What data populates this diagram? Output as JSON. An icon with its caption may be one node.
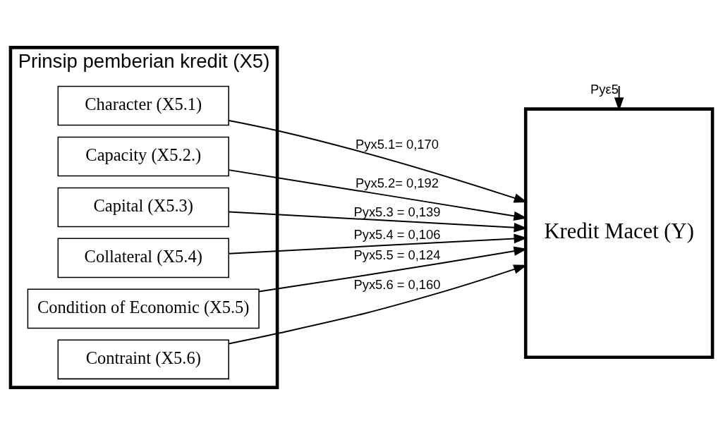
{
  "diagram": {
    "nodes": [
      {
        "text": [
          "Prinsip pemberian kredit (X5)"
        ]
      },
      {
        "text": [
          "Character (X5.1)"
        ],
        "in": 0
      },
      {
        "text": [
          "Capacity (X5.2.)"
        ],
        "in": 0
      },
      {
        "text": [
          "Capital (X5.3)"
        ],
        "in": 0
      },
      {
        "text": [
          "Collateral (X5.4)"
        ],
        "in": 0
      },
      {
        "text": [
          "Condition of Economic (X5.5)"
        ],
        "in": 0
      },
      {
        "text": [
          "Contraint (X5.6)"
        ],
        "in": 0
      },
      {
        "text": [
          "Kredit Macet (Y)"
        ]
      }
    ],
    "edges": [
      {
        "from": null,
        "to": 7,
        "arrow": "to",
        "label": "Pyε5"
      },
      {
        "from": 1,
        "to": 7,
        "arrow": "to",
        "label": "Pyx5.1= 0,170"
      },
      {
        "from": 2,
        "to": 7,
        "arrow": "to",
        "label": "Pyx5.2= 0,192"
      },
      {
        "from": 3,
        "to": 7,
        "arrow": "to",
        "label": "Pyx5.3 = 0,139"
      },
      {
        "from": 4,
        "to": 7,
        "arrow": "to",
        "label": "Pyx5.4 = 0,106"
      },
      {
        "from": 5,
        "to": 7,
        "arrow": "to",
        "label": "Pyx5.5 = 0,124"
      },
      {
        "from": 6,
        "to": 7,
        "arrow": "to",
        "label": "Pyx5.6 = 0,160"
      }
    ]
  }
}
